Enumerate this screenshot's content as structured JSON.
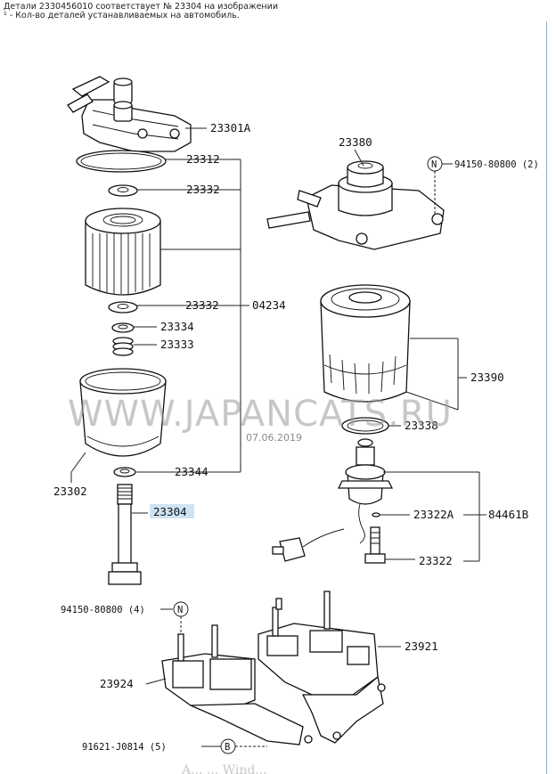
{
  "header": {
    "line1": "Детали 2330456010 соответствует № 23304 на изображении",
    "line2": "¹ - Кол-во деталей устанавливаемых на автомобиль."
  },
  "watermark": {
    "text": "WWW.JAPANCATS.RU",
    "date": "07.06.2019",
    "bottom_partial": "A... ... Wind..."
  },
  "callouts": {
    "c23301A": "23301A",
    "c23312": "23312",
    "c23332a": "23332",
    "c23332b": "23332",
    "c04234": "04234",
    "c23334": "23334",
    "c23333": "23333",
    "c23302": "23302",
    "c23344": "23344",
    "c23304": "23304",
    "c23380": "23380",
    "c94150a": "94150-80800 (2)",
    "c23390": "23390",
    "c23338": "23338",
    "c23322A": "23322A",
    "c84461B": "84461B",
    "c23322": "23322",
    "c94150b": "94150-80800 (4)",
    "c23921": "23921",
    "c23924": "23924",
    "c91621": "91621-J0814 (5)",
    "markerN1": "N",
    "markerN2": "N",
    "markerB": "B"
  },
  "colors": {
    "highlight": "#cfe3f3",
    "frame": "#7fb3d9"
  }
}
